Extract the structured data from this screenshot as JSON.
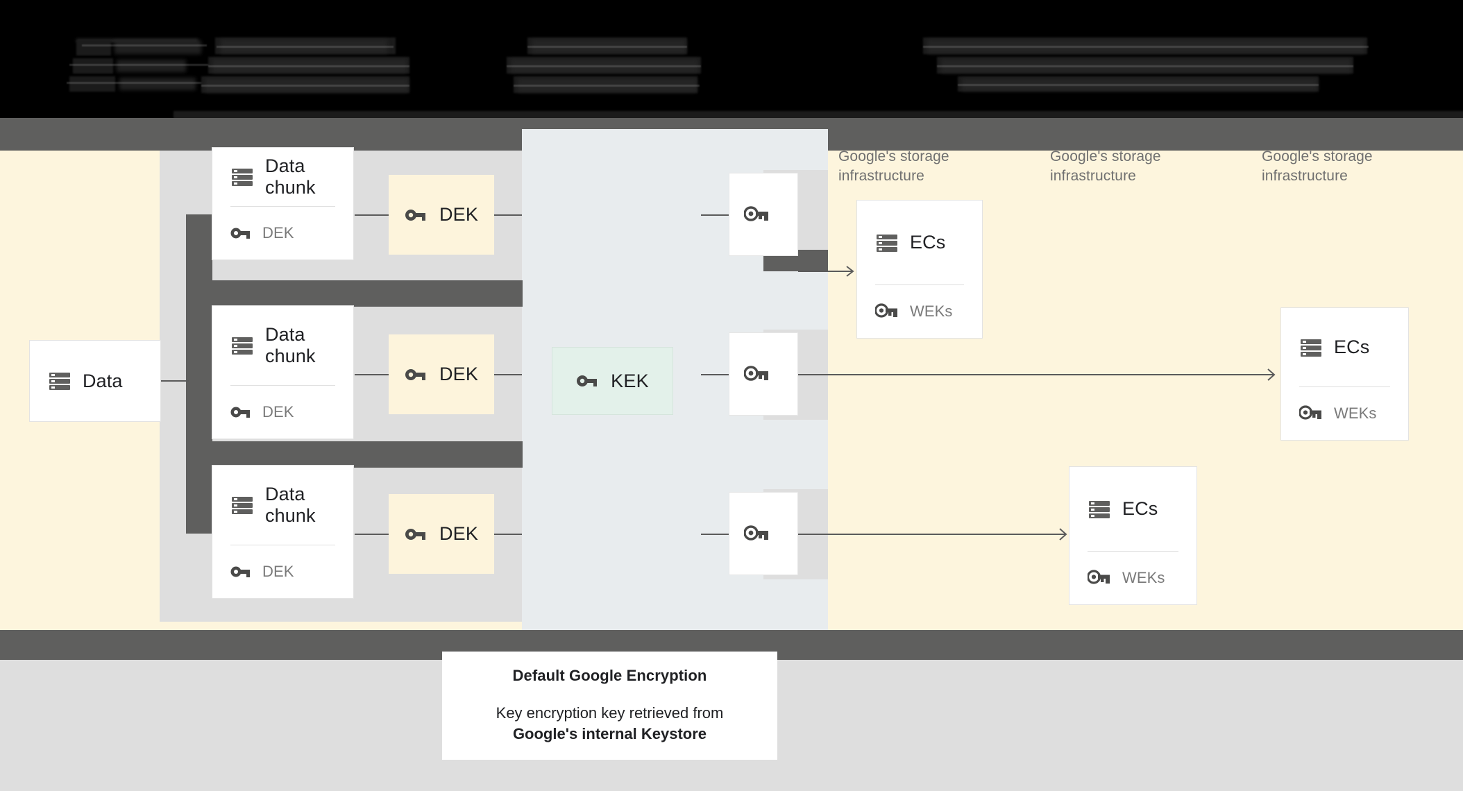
{
  "meta": {
    "title": "Default Google Encryption — data encryption key flow",
    "colors": {
      "cream": "#fdf5dd",
      "blue_gray": "#e8ecee",
      "gray_band": "#dedede",
      "frame_bar": "#5f5f5e",
      "dek_fill": "#fdf4dc",
      "kek_fill": "#e3f1ea",
      "card_white": "#ffffff",
      "text_dark": "#202124",
      "text_muted": "#7a7a7a",
      "connector": "#5a5a5a",
      "redaction": "#000000"
    }
  },
  "redacted_header": {
    "note": "obscured text",
    "visible_text": ""
  },
  "nodes": {
    "data": {
      "title": "Data",
      "icon": "storage-icon"
    },
    "data_chunks": [
      {
        "title": "Data\nchunk",
        "key_label": "DEK",
        "icon": "storage-icon",
        "key_icon": "key-icon"
      },
      {
        "title": "Data\nchunk",
        "key_label": "DEK",
        "icon": "storage-icon",
        "key_icon": "key-icon"
      },
      {
        "title": "Data\nchunk",
        "key_label": "DEK",
        "icon": "storage-icon",
        "key_icon": "key-icon"
      }
    ],
    "deks": [
      {
        "label": "DEK",
        "icon": "key-icon"
      },
      {
        "label": "DEK",
        "icon": "key-icon"
      },
      {
        "label": "DEK",
        "icon": "key-icon"
      }
    ],
    "kek": {
      "label": "KEK",
      "icon": "key-icon"
    },
    "wrapped_keys": [
      {
        "label": "",
        "icon": "wrapped-key-icon"
      },
      {
        "label": "",
        "icon": "wrapped-key-icon"
      },
      {
        "label": "",
        "icon": "wrapped-key-icon"
      }
    ],
    "ec_cards": [
      {
        "title": "ECs",
        "key_label": "WEKs",
        "icon": "storage-icon",
        "key_icon": "wrapped-key-icon"
      },
      {
        "title": "ECs",
        "key_label": "WEKs",
        "icon": "storage-icon",
        "key_icon": "wrapped-key-icon"
      },
      {
        "title": "ECs",
        "key_label": "WEKs",
        "icon": "storage-icon",
        "key_icon": "wrapped-key-icon"
      }
    ]
  },
  "storage_labels": [
    "Google's storage\ninfrastructure",
    "Google's storage\ninfrastructure",
    "Google's storage\ninfrastructure"
  ],
  "legend": {
    "title": "Default Google Encryption",
    "line1": "Key encryption key retrieved from",
    "line2": "Google's internal Keystore"
  }
}
